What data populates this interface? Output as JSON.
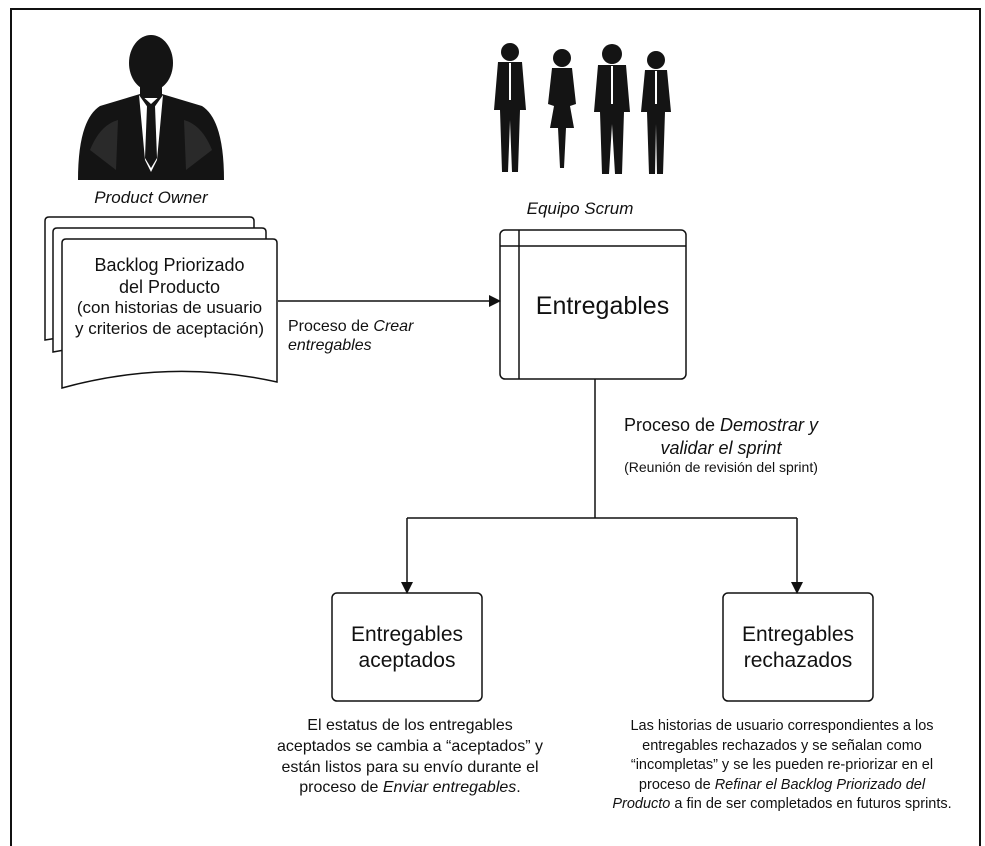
{
  "product_owner": {
    "icon": "businessman-silhouette-icon",
    "label": "Product Owner"
  },
  "scrum_team": {
    "icon": "team-silhouettes-icon",
    "label": "Equipo Scrum"
  },
  "backlog": {
    "line1": "Backlog Priorizado",
    "line2": "del Producto",
    "line3": "(con historias de usuario",
    "line4": "y criterios de aceptación)"
  },
  "create_process": {
    "prefix": "Proceso de ",
    "italic1": "Crear",
    "italic2": "entregables"
  },
  "deliverables": {
    "label": "Entregables"
  },
  "demo_process": {
    "prefix": "Proceso de ",
    "italic1": "Demostrar y",
    "italic2": "validar el sprint",
    "meeting": "(Reunión de revisión del sprint)"
  },
  "accepted": {
    "line1": "Entregables",
    "line2": "aceptados",
    "desc_line1": "El estatus de los entregables",
    "desc_line2": "aceptados se cambia a “aceptados” y",
    "desc_line3": "están listos para su envío durante el",
    "desc_line4_prefix": "proceso de ",
    "desc_line4_italic": "Enviar entregables",
    "desc_line4_suffix": "."
  },
  "rejected": {
    "line1": "Entregables",
    "line2": "rechazados",
    "desc_line1": "Las historias de usuario correspondientes a los",
    "desc_line2": "entregables rechazados y se señalan como",
    "desc_line3": "“incompletas” y se les pueden re-priorizar en el",
    "desc_line4_prefix": "proceso de ",
    "desc_line4_italic": "Refinar el Backlog Priorizado del",
    "desc_line5_italic": "Producto",
    "desc_line5_suffix": " a fin de ser completados en futuros sprints."
  },
  "colors": {
    "line": "#111111",
    "silhouette": "#141414",
    "shirt": "#ffffff"
  }
}
